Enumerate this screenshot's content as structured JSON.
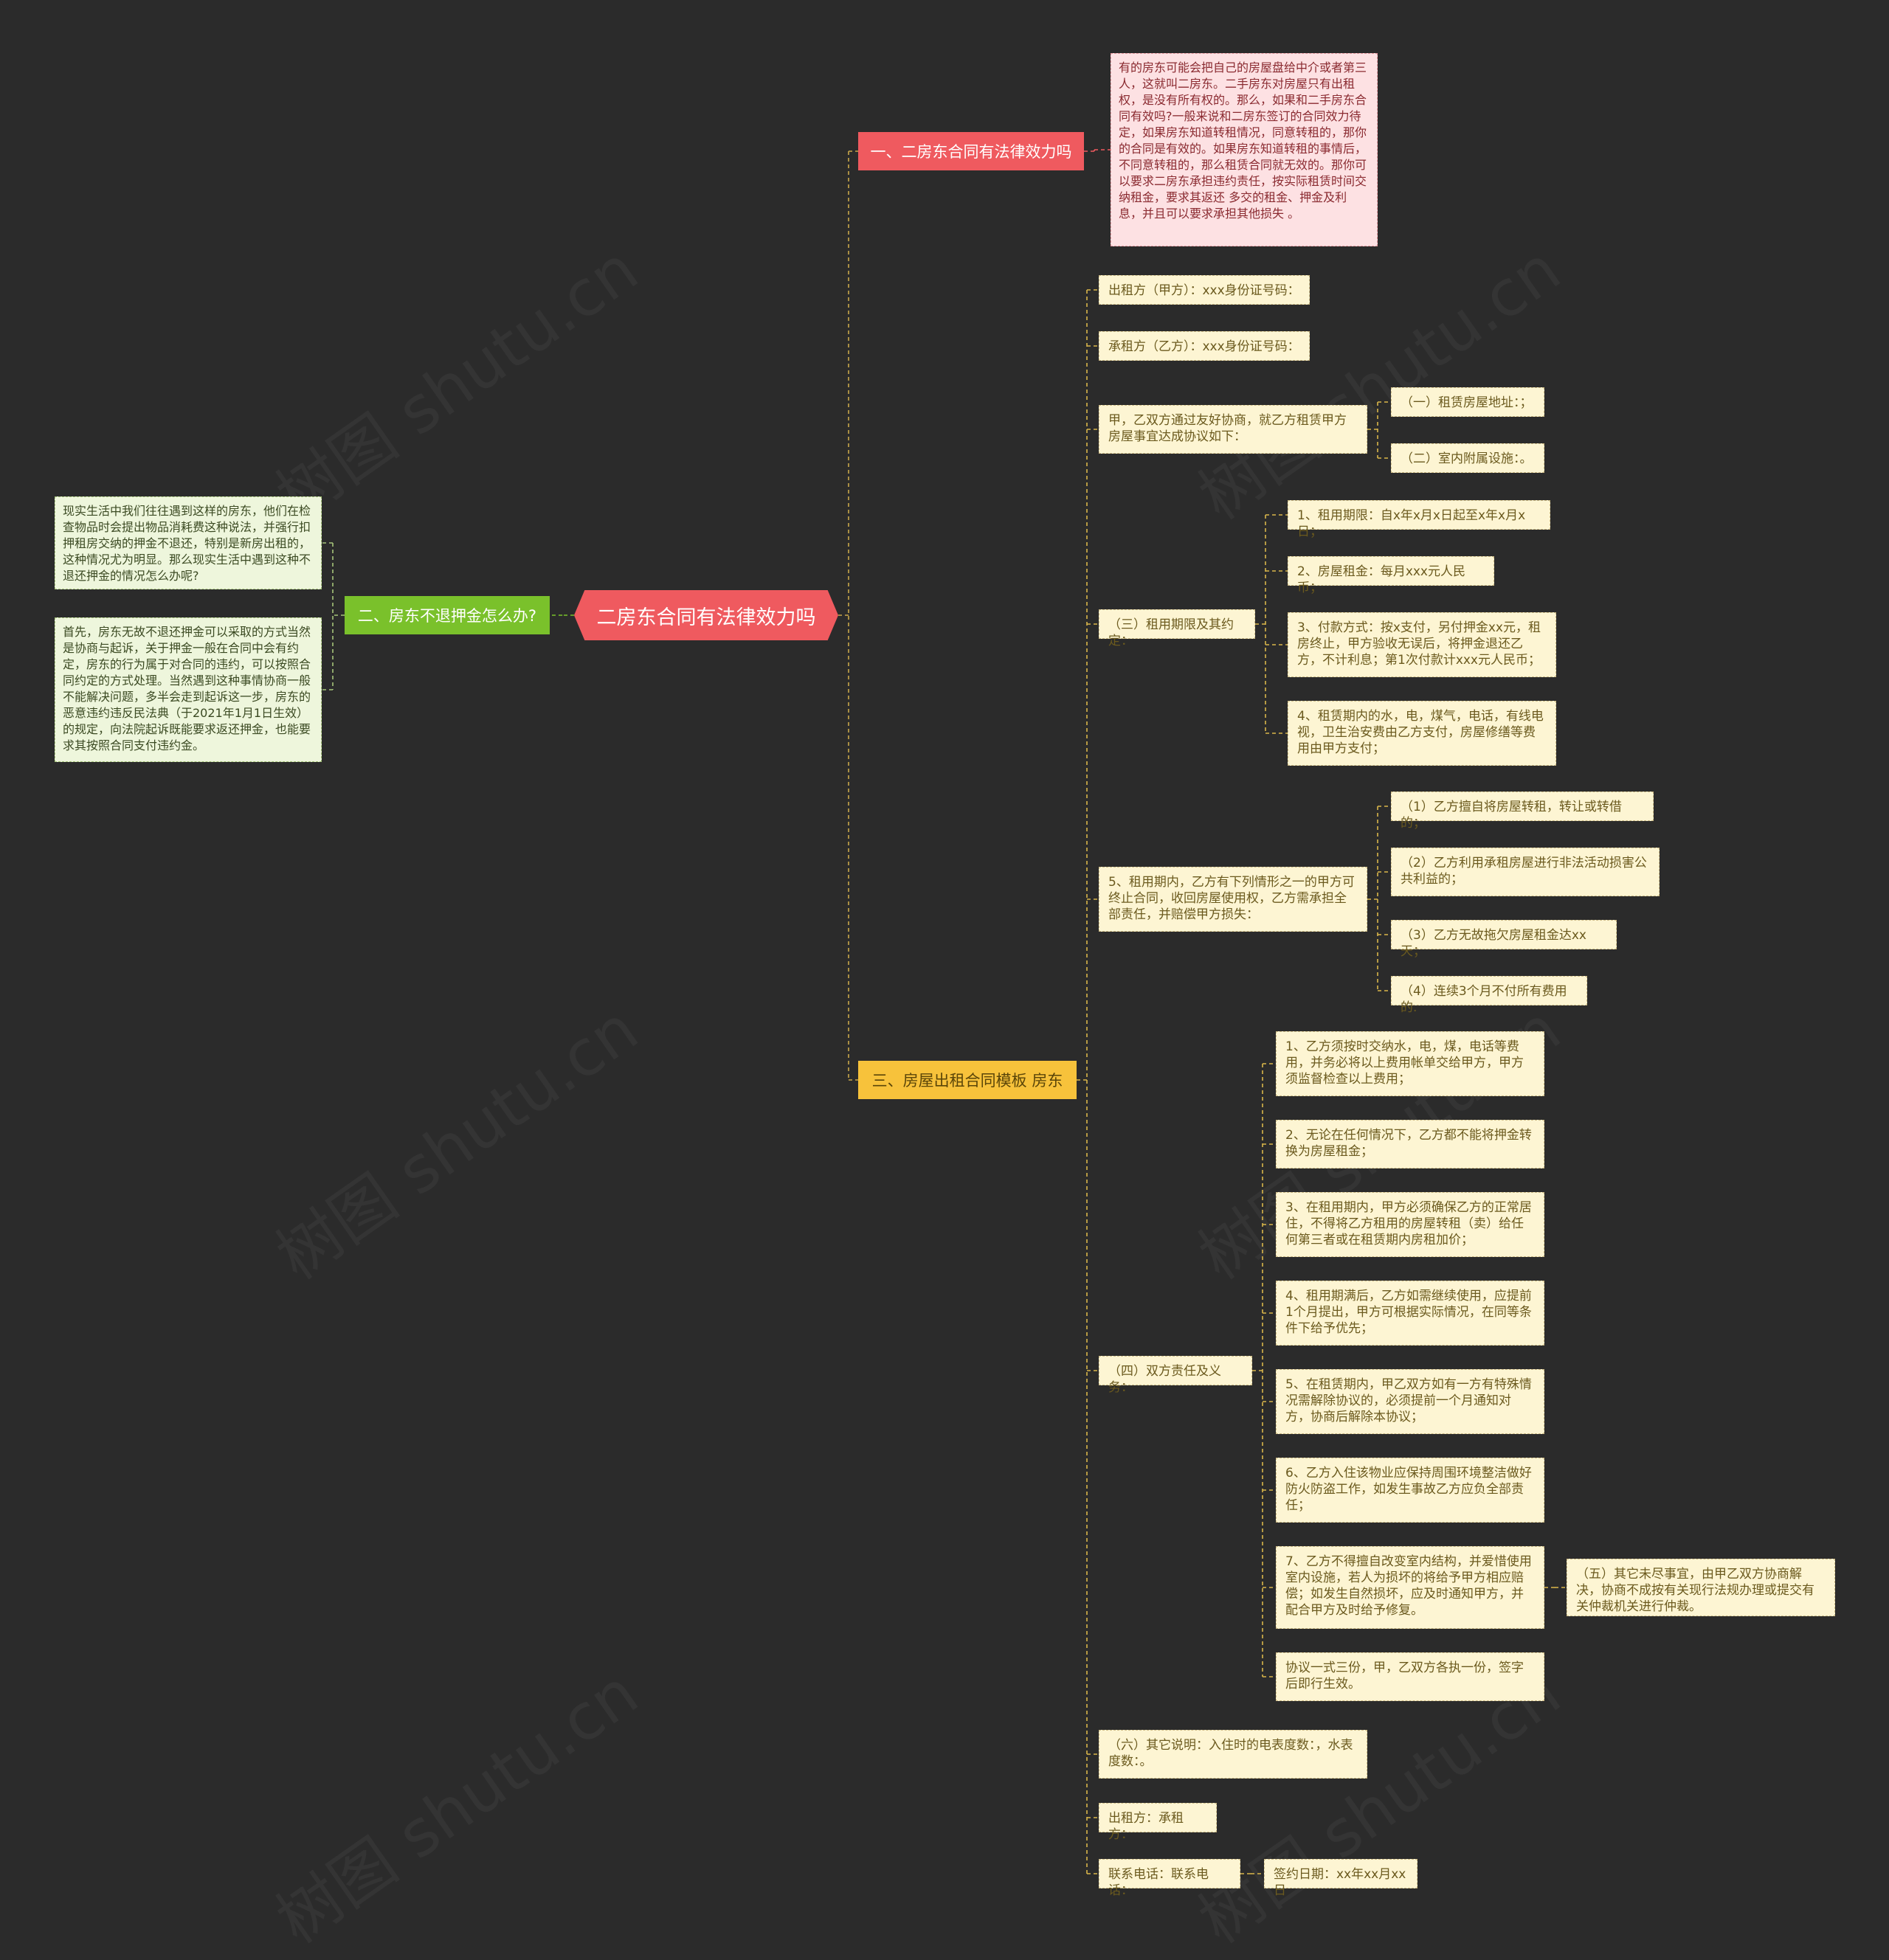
{
  "root": "二房东合同有法律效力吗",
  "watermark": "树图 shutu.cn",
  "colors": {
    "background": "#2b2b2b",
    "branch1": "#ef5a5f",
    "branch2": "#7ac12b",
    "branch3": "#f7c23b",
    "leaf": "#fdf5d3"
  },
  "branches": {
    "b1": {
      "label": "一、二房东合同有法律效力吗",
      "text": "有的房东可能会把自己的房屋盘给中介或者第三人，这就叫二房东。二手房东对房屋只有出租权，是没有所有权的。那么，如果和二手房东合同有效吗?一般来说和二房东签订的合同效力待定，如果房东知道转租情况，同意转租的，那你的合同是有效的。如果房东知道转租的事情后，不同意转租的，那么租赁合同就无效的。那你可以要求二房东承担违约责任，按实际租赁时间交纳租金，要求其返还 多交的租金、押金及利息，并且可以要求承担其他损失 。"
    },
    "b2": {
      "label": "二、房东不退押金怎么办?",
      "text1": "现实生活中我们往往遇到这样的房东，他们在检查物品时会提出物品消耗费这种说法，并强行扣押租房交纳的押金不退还，特别是新房出租的，这种情况尤为明显。那么现实生活中遇到这种不退还押金的情况怎么办呢?",
      "text2": "首先，房东无故不退还押金可以采取的方式当然是协商与起诉，关于押金一般在合同中会有约定，房东的行为属于对合同的违约，可以按照合同约定的方式处理。当然遇到这种事情协商一般不能解决问题，多半会走到起诉这一步，房东的恶意违约违反民法典（于2021年1月1日生效）的规定，向法院起诉既能要求返还押金，也能要求其按照合同支付违约金。"
    },
    "b3": {
      "label": "三、房屋出租合同模板 房东",
      "lessor": "出租方（甲方）：xxx身份证号码：",
      "lessee": "承租方（乙方）：xxx身份证号码：",
      "agree": "甲，乙双方通过友好协商，就乙方租赁甲方房屋事宜达成协议如下：",
      "agree_c1": "（一）租赁房屋地址：；",
      "agree_c2": "（二）室内附属设施：。",
      "term": "（三）租用期限及其约定：",
      "term_c1": "1、租用期限：自x年x月x日起至x年x月x日；",
      "term_c2": "2、房屋租金：每月xxx元人民币；",
      "term_c3": "3、付款方式：按x支付，另付押金xx元，租房终止，甲方验收无误后，将押金退还乙方，不计利息；第1次付款计xxx元人民币；",
      "term_c4": "4、租赁期内的水，电，煤气，电话，有线电视，卫生治安费由乙方支付，房屋修缮等费用由甲方支付；",
      "term5": "5、租用期内，乙方有下列情形之一的甲方可终止合同，收回房屋使用权，乙方需承担全部责任，并赔偿甲方损失：",
      "term5_c1": "（1）乙方擅自将房屋转租，转让或转借的；",
      "term5_c2": "（2）乙方利用承租房屋进行非法活动损害公共利益的；",
      "term5_c3": "（3）乙方无故拖欠房屋租金达xx天；",
      "term5_c4": "（4）连续3个月不付所有费用的.",
      "duty": "（四）双方责任及义务：",
      "duty_c1": "1、乙方须按时交纳水，电，煤，电话等费用，并务必将以上费用帐单交给甲方，甲方须监督检查以上费用；",
      "duty_c2": "2、无论在任何情况下，乙方都不能将押金转换为房屋租金；",
      "duty_c3": "3、在租用期内，甲方必须确保乙方的正常居住，不得将乙方租用的房屋转租（卖）给任何第三者或在租赁期内房租加价；",
      "duty_c4": "4、租用期满后，乙方如需继续使用，应提前1个月提出，甲方可根据实际情况，在同等条件下给予优先；",
      "duty_c5": "5、在租赁期内，甲乙双方如有一方有特殊情况需解除协议的，必须提前一个月通知对方，协商后解除本协议；",
      "duty_c6": "6、乙方入住该物业应保持周围环境整洁做好防火防盗工作，如发生事故乙方应负全部责任；",
      "duty_c7": "7、乙方不得擅自改变室内结构，并爱惜使用室内设施，若人为损坏的将给予甲方相应赔偿；如发生自然损坏，应及时通知甲方，并配合甲方及时给予修复。",
      "duty_c7_c": "（五）其它未尽事宜，由甲乙双方协商解决，协商不成按有关现行法规办理或提交有关仲裁机关进行仲裁。",
      "duty_c8": "协议一式三份，甲，乙双方各执一份，签字后即行生效。",
      "other": "（六）其它说明：入住时的电表度数：，水表度数：。",
      "sign": "出租方：承租方：",
      "phone": "联系电话：联系电话：",
      "date": "签约日期：xx年xx月xx日"
    }
  }
}
